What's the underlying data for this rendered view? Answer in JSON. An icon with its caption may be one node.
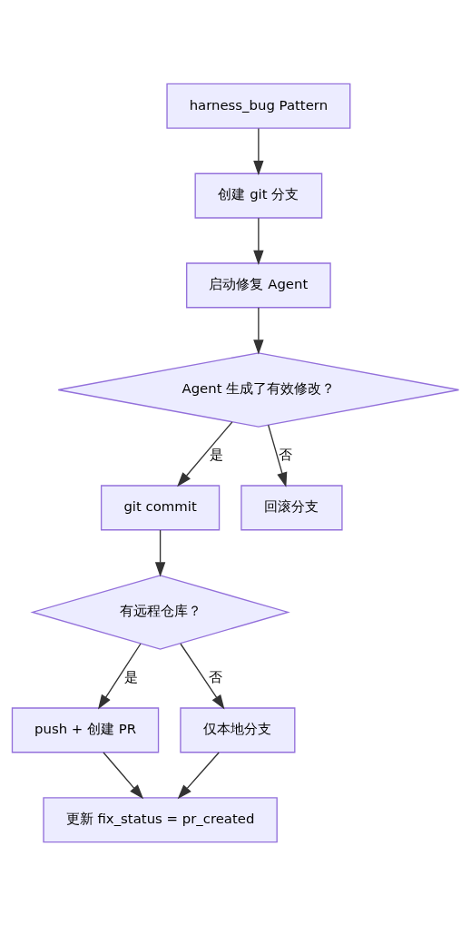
{
  "diagram": {
    "nodes": [
      {
        "text": [
          "harness_bug Pattern"
        ]
      },
      {
        "text": [
          "创建 git 分支"
        ]
      },
      {
        "text": [
          "启动修复 Agent"
        ]
      },
      {
        "text": [
          "Agent 生成了有效修改？"
        ]
      },
      {
        "text": [
          "git commit"
        ]
      },
      {
        "text": [
          "回滚分支"
        ]
      },
      {
        "text": [
          "有远程仓库？"
        ]
      },
      {
        "text": [
          "push + 创建 PR"
        ]
      },
      {
        "text": [
          "仅本地分支"
        ]
      },
      {
        "text": [
          "更新 fix_status = pr_created"
        ]
      }
    ],
    "edges": [
      {
        "from": 0,
        "to": 1,
        "arrow": "to"
      },
      {
        "from": 1,
        "to": 2,
        "arrow": "to"
      },
      {
        "from": 2,
        "to": 3,
        "arrow": "to"
      },
      {
        "from": 3,
        "to": 4,
        "arrow": "to",
        "label": "是"
      },
      {
        "from": 3,
        "to": 5,
        "arrow": "to",
        "label": "否"
      },
      {
        "from": 4,
        "to": 6,
        "arrow": "to"
      },
      {
        "from": 6,
        "to": 7,
        "arrow": "to",
        "label": "是"
      },
      {
        "from": 6,
        "to": 8,
        "arrow": "to",
        "label": "否"
      },
      {
        "from": 7,
        "to": 9,
        "arrow": "to"
      },
      {
        "from": 8,
        "to": 9,
        "arrow": "to"
      }
    ]
  }
}
